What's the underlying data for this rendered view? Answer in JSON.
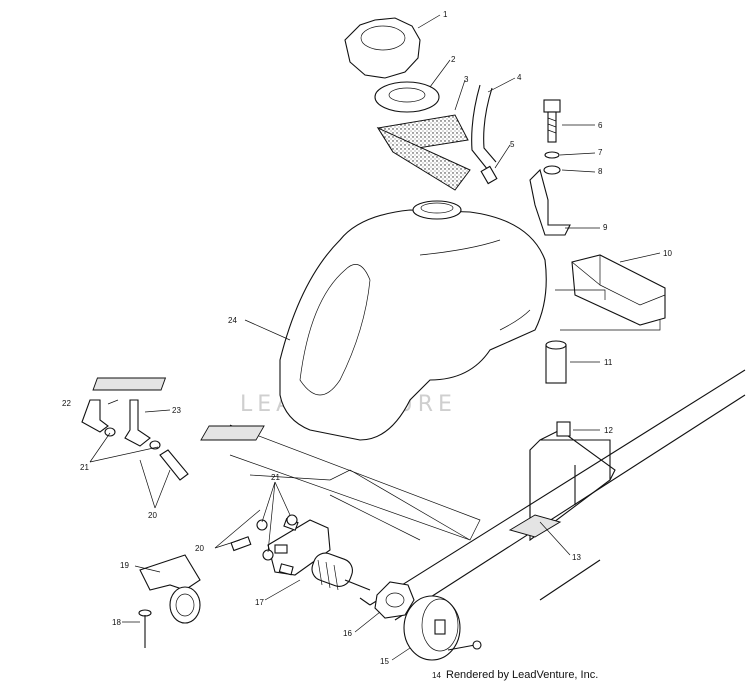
{
  "diagram": {
    "callouts": [
      "1",
      "2",
      "3",
      "4",
      "5",
      "6",
      "7",
      "8",
      "9",
      "10",
      "11",
      "12",
      "13",
      "14",
      "15",
      "16",
      "17",
      "18",
      "19",
      "20",
      "20",
      "21",
      "21",
      "22",
      "23",
      "24"
    ],
    "watermark": "LEADVENTURE",
    "credit": "Rendered by LeadVenture, Inc."
  }
}
